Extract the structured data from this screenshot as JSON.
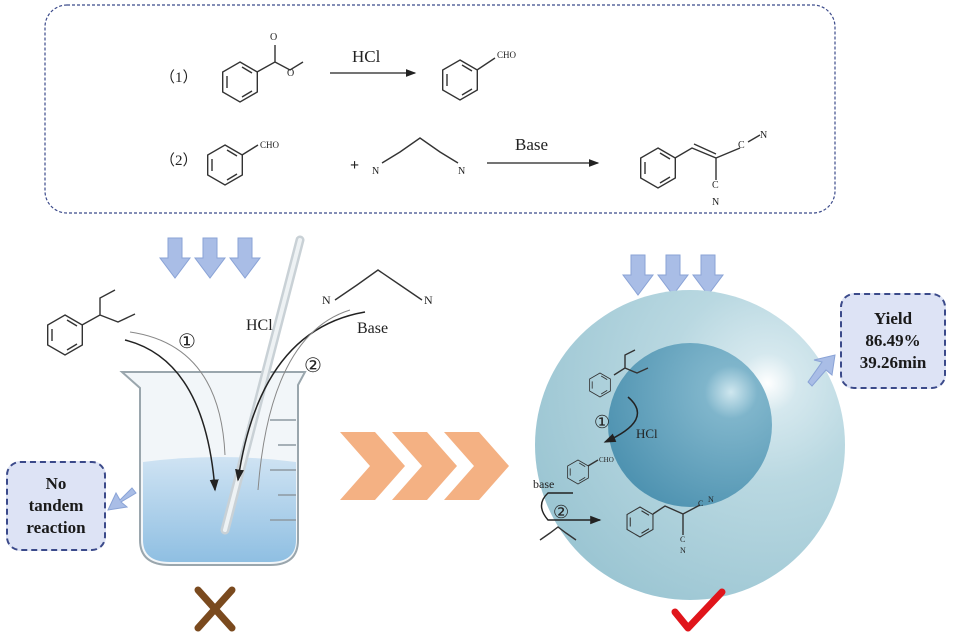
{
  "scheme": {
    "step1_label": "（1）",
    "step1_reagent": "HCl",
    "step1_product_group": "CHO",
    "step2_label": "（2）",
    "step2_reactant_group": "CHO",
    "plus": "+",
    "step2_reagent": "Base",
    "nitrile_n": "N",
    "nitrile_c": "C"
  },
  "beaker_panel": {
    "reagent_hcl": "HCl",
    "reagent_base": "Base",
    "step1_marker": "①",
    "step2_marker": "②",
    "result_box": [
      "No",
      "tandem",
      "reaction"
    ],
    "fail_mark_color": "#7a4a1e"
  },
  "sphere_panel": {
    "step1_marker": "①",
    "reagent_hcl": "HCl",
    "aldehyde_group": "CHO",
    "reagent_base": "base",
    "step2_marker": "②",
    "result_box": [
      "Yield",
      "86.49%",
      "39.26min"
    ],
    "success_mark_color": "#e0151b"
  },
  "colors": {
    "arrow_blue": "#a9bde6",
    "chevron_orange": "#f4b183",
    "box_border": "#3b4a8a"
  }
}
